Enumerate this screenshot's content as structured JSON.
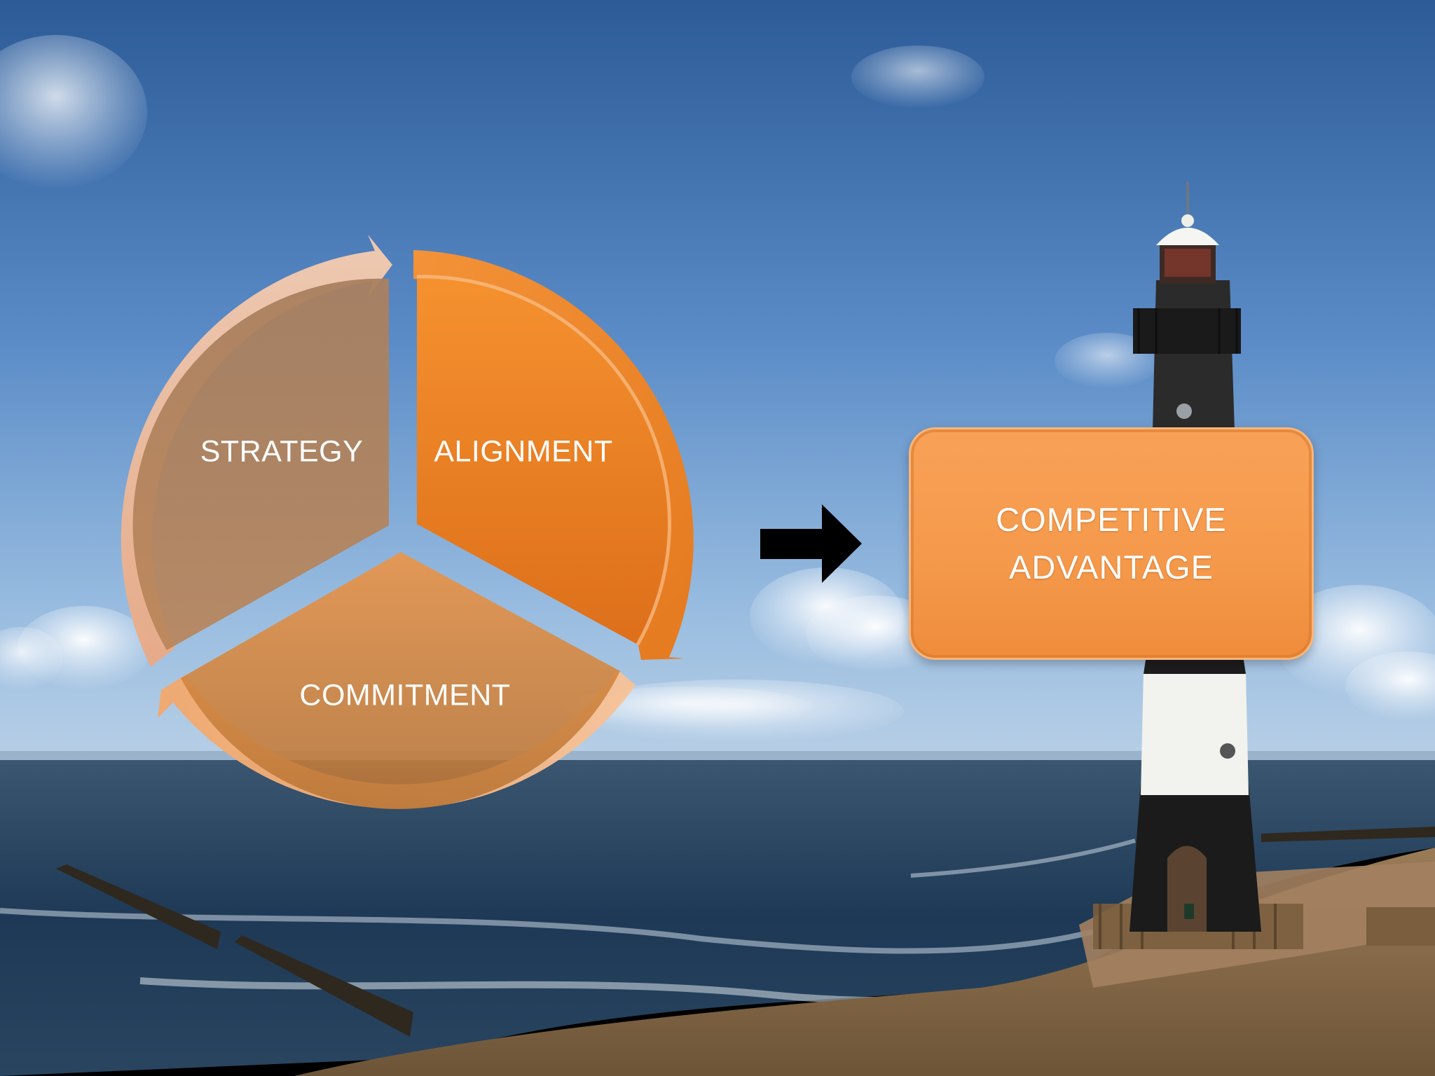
{
  "cycle": {
    "segments": [
      {
        "label": "STRATEGY"
      },
      {
        "label": "ALIGNMENT"
      },
      {
        "label": "COMMITMENT"
      }
    ]
  },
  "result": {
    "line1": "COMPETITIVE",
    "line2": "ADVANTAGE"
  },
  "colors": {
    "sky_top": "#2e5f9c",
    "sky_bottom": "#9cc0e2",
    "sea": "#1f3b57",
    "sand": "#8a6d4b",
    "orange": "#f08a2c",
    "box_orange": "#f59a4c",
    "strategy_brown": "#a77e5c",
    "arrow": "#000000"
  },
  "icons": [
    "right-arrow-icon",
    "lighthouse"
  ]
}
